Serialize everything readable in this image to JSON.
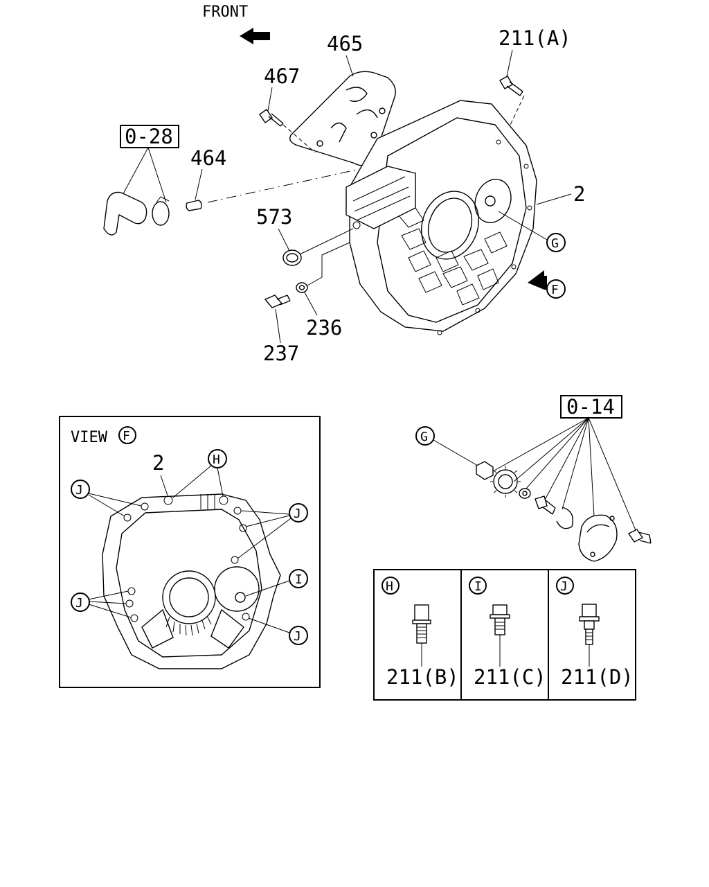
{
  "front_label": "FRONT",
  "callouts": {
    "c465": "465",
    "c467": "467",
    "c211a": "211(A)",
    "c028": "0-28",
    "c464": "464",
    "c2": "2",
    "c573": "573",
    "c236": "236",
    "c237": "237",
    "c014": "0-14"
  },
  "markers": {
    "G": "G",
    "F": "F",
    "H": "H",
    "I": "I",
    "J": "J"
  },
  "view_panel": {
    "title": "VIEW",
    "marker": "F",
    "part": "2"
  },
  "bolt_table": [
    {
      "marker": "H",
      "label": "211(B)"
    },
    {
      "marker": "I",
      "label": "211(C)"
    },
    {
      "marker": "J",
      "label": "211(D)"
    }
  ]
}
